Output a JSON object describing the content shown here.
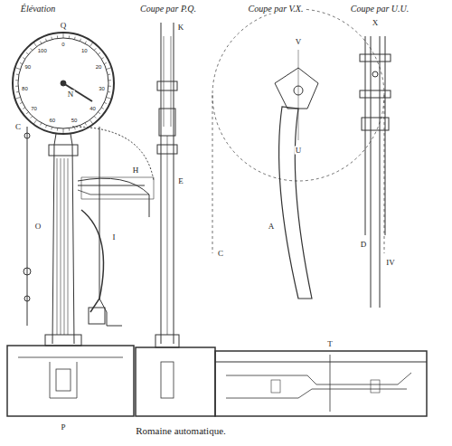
{
  "diagram": {
    "caption": "Romaine automatique.",
    "labels": [
      "Élévation",
      "Coupe par P.Q.",
      "Coupe par V.X.",
      "Coupe par U.U.",
      "Q",
      "N",
      "C",
      "O",
      "H",
      "I",
      "P",
      "K",
      "E",
      "T",
      "V",
      "U",
      "A",
      "C",
      "D",
      "X",
      "IV",
      "0",
      "10",
      "20",
      "30",
      "40",
      "50",
      "60",
      "70",
      "80",
      "90",
      "100"
    ]
  }
}
